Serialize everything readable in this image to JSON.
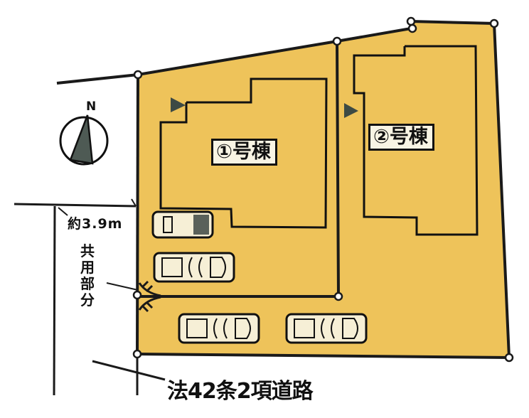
{
  "diagram": {
    "type": "site-plan",
    "fill_color": "#eec35a",
    "line_color": "#1a1a1a",
    "north_arrow": {
      "label": "N",
      "icon": "north-arrow-icon"
    },
    "lots": [
      {
        "id": 1,
        "label": "①号棟"
      },
      {
        "id": 2,
        "label": "②号棟"
      }
    ],
    "access_width_label": "約3.9m",
    "common_area_label": "共用部分",
    "road_label": "法42条2項道路",
    "parking_spaces": 4,
    "entrance_markers": 2
  }
}
